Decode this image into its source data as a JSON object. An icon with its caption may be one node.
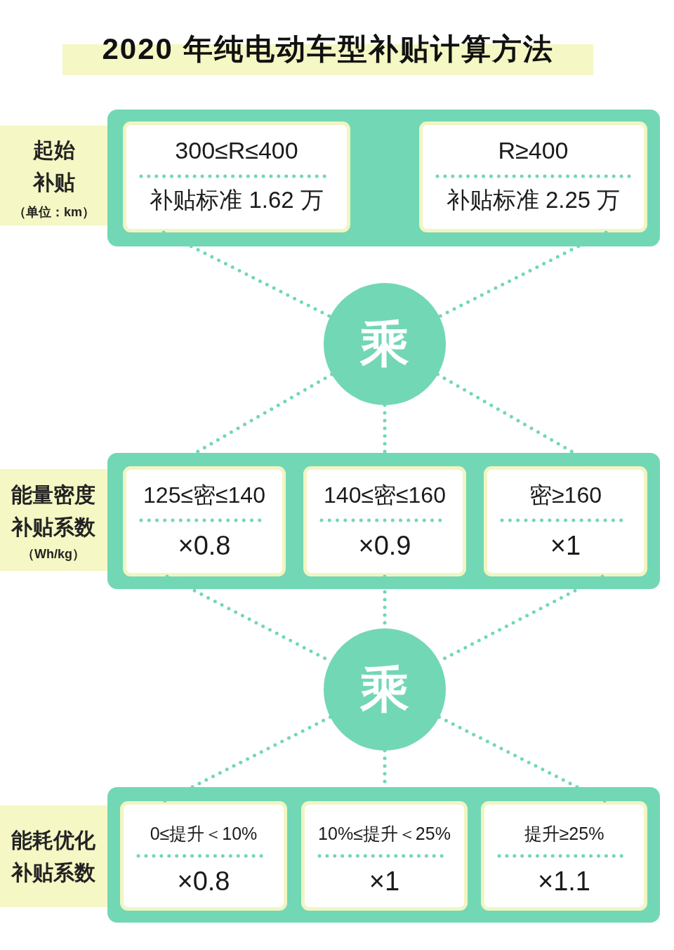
{
  "diagram": {
    "title": "2020 年纯电动车型补贴计算方法",
    "nodes": [
      {
        "text": [
          "起始补贴",
          "（单位：km）"
        ]
      },
      {
        "text": [],
        "shape": "box"
      },
      {
        "text": [
          "300≤R≤400",
          "补贴标准 1.62 万"
        ],
        "in": 1
      },
      {
        "text": [
          "R≥400",
          "补贴标准 2.25 万"
        ],
        "in": 1
      },
      {
        "text": [
          "乘"
        ]
      },
      {
        "text": [
          "能量密度补贴系数",
          "（Wh/kg）"
        ]
      },
      {
        "text": [],
        "shape": "box"
      },
      {
        "text": [
          "125≤密≤140",
          "×0.8"
        ],
        "in": 6
      },
      {
        "text": [
          "140≤密≤160",
          "×0.9"
        ],
        "in": 6
      },
      {
        "text": [
          "密≥160",
          "×1"
        ],
        "in": 6
      },
      {
        "text": [
          "乘"
        ]
      },
      {
        "text": [
          "能耗优化补贴系数"
        ]
      },
      {
        "text": [],
        "shape": "box"
      },
      {
        "text": [
          "0≤提升＜10%",
          "×0.8"
        ],
        "in": 12
      },
      {
        "text": [
          "10%≤提升＜25%",
          "×1"
        ],
        "in": 12
      },
      {
        "text": [
          "提升≥25%",
          "×1.1"
        ],
        "in": 12
      }
    ],
    "edges": [
      {
        "from": 2,
        "to": 4,
        "arrow": "none",
        "style": "dashed"
      },
      {
        "from": 3,
        "to": 4,
        "arrow": "none",
        "style": "dashed"
      },
      {
        "from": 4,
        "to": 7,
        "arrow": "none",
        "style": "dashed"
      },
      {
        "from": 4,
        "to": 8,
        "arrow": "none",
        "style": "dashed"
      },
      {
        "from": 4,
        "to": 9,
        "arrow": "none",
        "style": "dashed"
      },
      {
        "from": 7,
        "to": 10,
        "arrow": "none",
        "style": "dashed"
      },
      {
        "from": 8,
        "to": 10,
        "arrow": "none",
        "style": "dashed"
      },
      {
        "from": 9,
        "to": 10,
        "arrow": "none",
        "style": "dashed"
      },
      {
        "from": 10,
        "to": 13,
        "arrow": "none",
        "style": "dashed"
      },
      {
        "from": 10,
        "to": 14,
        "arrow": "none",
        "style": "dashed"
      },
      {
        "from": 10,
        "to": 15,
        "arrow": "none",
        "style": "dashed"
      }
    ]
  }
}
